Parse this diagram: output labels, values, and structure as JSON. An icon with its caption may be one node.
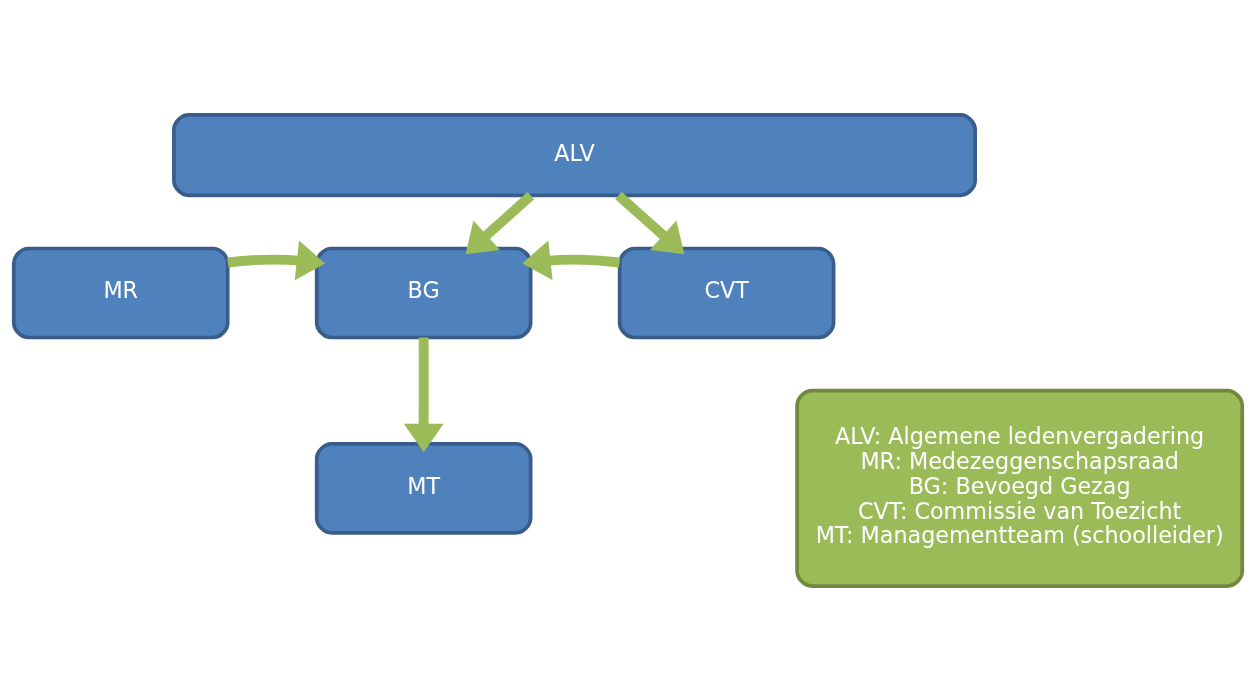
{
  "diagram": {
    "nodes": [
      {
        "text": [
          "ALV"
        ]
      },
      {
        "text": [
          "MR"
        ]
      },
      {
        "text": [
          "BG"
        ]
      },
      {
        "text": [
          "CVT"
        ]
      },
      {
        "text": [
          "MT"
        ]
      },
      {
        "text": [
          "ALV: Algemene ledenvergadering",
          "MR: Medezeggenschapsraad",
          "BG: Bevoegd Gezag",
          "CVT: Commissie van Toezicht",
          "MT: Managementteam (schoolleider)"
        ]
      }
    ],
    "edges": [
      {
        "from": 0,
        "to": 2,
        "arrow": "to"
      },
      {
        "from": 0,
        "to": 3,
        "arrow": "to"
      },
      {
        "from": 1,
        "to": 2,
        "arrow": "to"
      },
      {
        "from": 3,
        "to": 2,
        "arrow": "to"
      },
      {
        "from": 2,
        "to": 4,
        "arrow": "to"
      }
    ]
  }
}
